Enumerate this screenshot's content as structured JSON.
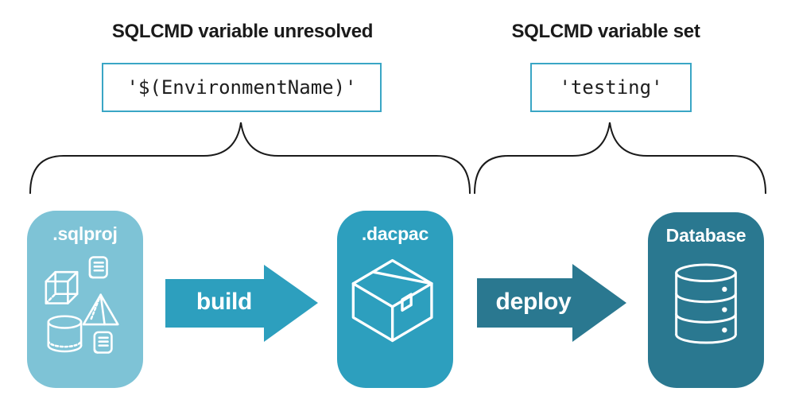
{
  "titles": {
    "unresolved": "SQLCMD variable unresolved",
    "set": "SQLCMD variable set"
  },
  "values": {
    "unresolved": "'$(EnvironmentName)'",
    "set": "'testing'"
  },
  "pipeline": {
    "cards": [
      {
        "label": ".sqlproj",
        "icons": [
          "scroll-icon",
          "cube-icon",
          "pyramid-icon",
          "cylinder-icon",
          "scroll-icon"
        ]
      },
      {
        "label": ".dacpac",
        "icons": [
          "package-icon"
        ]
      },
      {
        "label": "Database",
        "icons": [
          "database-icon"
        ]
      }
    ],
    "arrows": [
      {
        "label": "build"
      },
      {
        "label": "deploy"
      }
    ]
  },
  "colors": {
    "light-card": "#7EC3D6",
    "mid-teal": "#2D9FBE",
    "dark-teal": "#2A7890",
    "box-border": "#3AA6C5",
    "ink": "#1A1A1A",
    "paper": "#FFFFFF"
  }
}
